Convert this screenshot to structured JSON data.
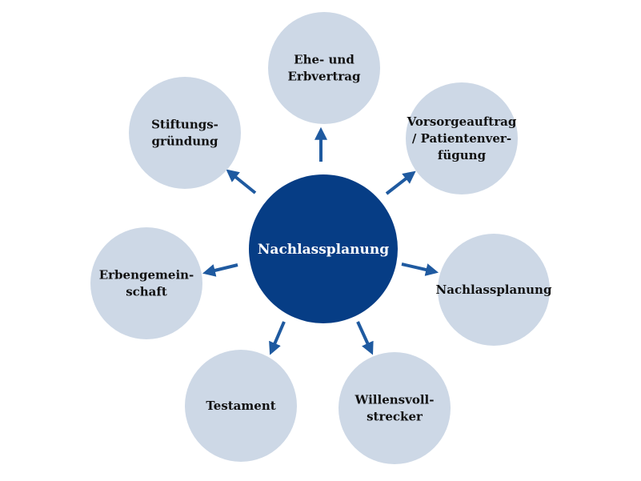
{
  "colors": {
    "center_fill": "#063d85",
    "node_fill": "#cdd8e6",
    "arrow": "#1f5aa0",
    "center_text": "#ffffff",
    "node_text": "#111111"
  },
  "center": {
    "label": "Nachlassplanung"
  },
  "nodes": [
    {
      "id": "ehe-erbvertrag",
      "lines": [
        "Ehe- und",
        "Erbvertrag"
      ]
    },
    {
      "id": "vorsorgeauftrag",
      "lines": [
        "Vorsorgeauftrag",
        "/ Patientenver-",
        "fügung"
      ]
    },
    {
      "id": "nachlassplanung",
      "lines": [
        "Nachlassplanung"
      ]
    },
    {
      "id": "willensvollstrecker",
      "lines": [
        "Willensvoll-",
        "strecker"
      ]
    },
    {
      "id": "testament",
      "lines": [
        "Testament"
      ]
    },
    {
      "id": "erbengemeinschaft",
      "lines": [
        "Erbengemein-",
        "schaft"
      ]
    },
    {
      "id": "stiftungsgruendung",
      "lines": [
        "Stiftungs-",
        "gründung"
      ]
    }
  ]
}
